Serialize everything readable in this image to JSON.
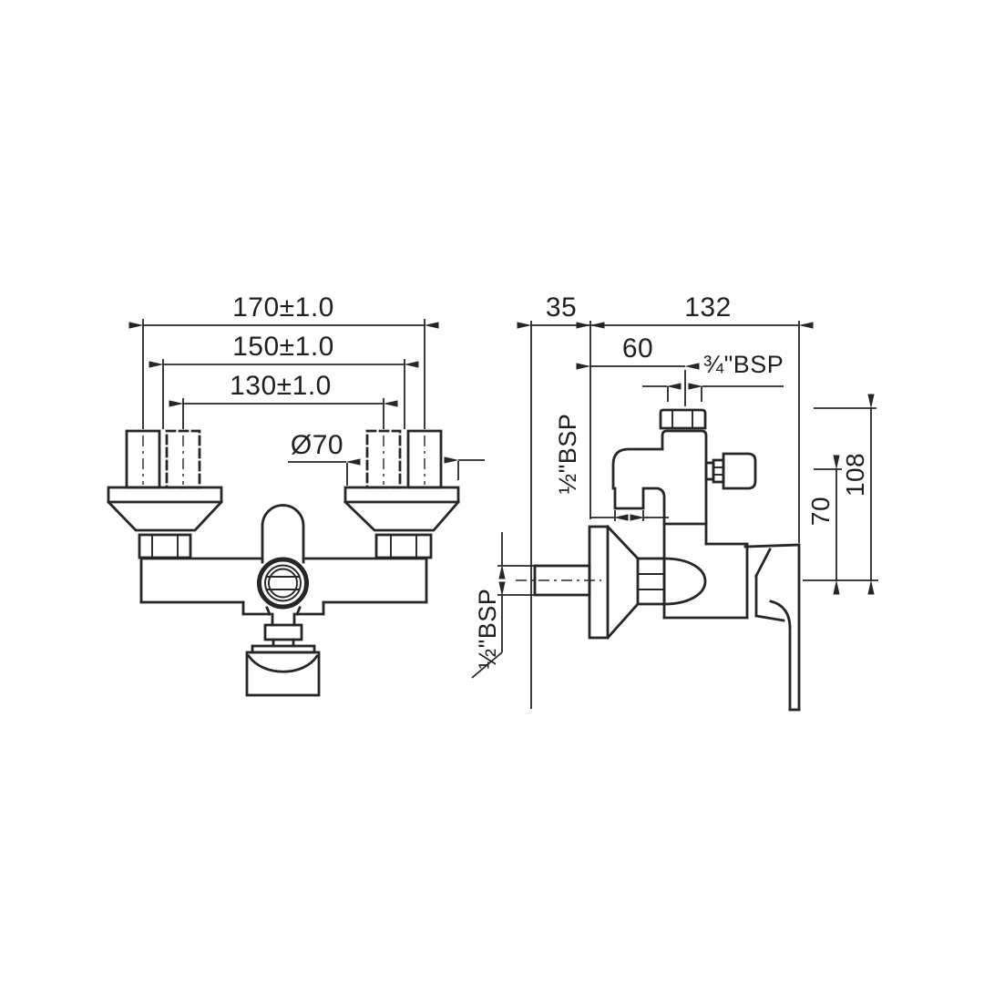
{
  "canvas": {
    "background": "#ffffff",
    "line_color": "#262626",
    "text_color": "#1f1f1f"
  },
  "labels": {
    "front": {
      "span_outer": "170±1.0",
      "span_mid": "150±1.0",
      "span_inner": "130±1.0",
      "flange_dia": "Ø70"
    },
    "side": {
      "wall_offset": "35",
      "body_depth": "132",
      "outlet_offset": "60",
      "top_thread": "¾\"BSP",
      "shower_outlet_thread": "½\"BSP",
      "inlet_thread": "½\"BSP",
      "height_mid": "70",
      "height_top": "108"
    }
  }
}
